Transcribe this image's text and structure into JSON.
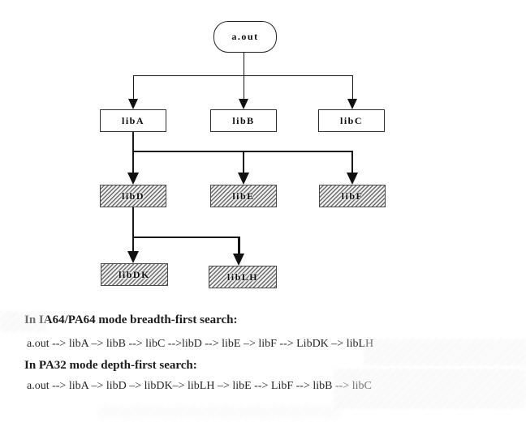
{
  "diagram": {
    "root": {
      "label": "a.out"
    },
    "level1": [
      {
        "label": "libA"
      },
      {
        "label": "libB"
      },
      {
        "label": "libC"
      }
    ],
    "level2": [
      {
        "label": "libD"
      },
      {
        "label": "libE"
      },
      {
        "label": "libF"
      }
    ],
    "level3": [
      {
        "label": "libDK"
      },
      {
        "label": "libLH"
      }
    ]
  },
  "notes": {
    "bfs_heading": "In IA64/PA64 mode breadth-first search:",
    "bfs_order": "a.out --> libA –> libB --> libC -->libD --> libE –> libF --> LibDK –> libLH",
    "dfs_heading": "In PA32 mode depth-first search:",
    "dfs_order": "a.out --> libA –> libD –> libDK–> libLH –> libE --> LibF --> libB --> libC"
  },
  "colors": {
    "background": "#ffffff",
    "line": "#161616",
    "box_border": "#2f2f2f",
    "hatch_stripe": "#6e6e6e",
    "hatch_background": "#efefef",
    "text": "#1c1c1c"
  }
}
